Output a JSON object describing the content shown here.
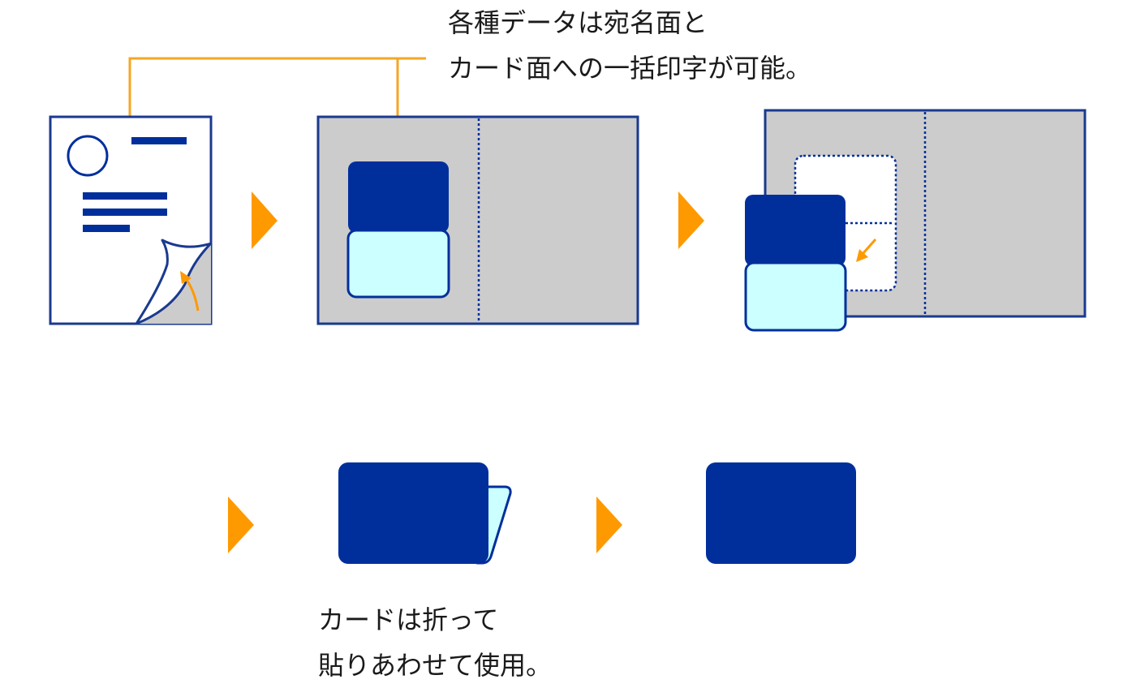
{
  "captions": {
    "top": [
      "各種データは宛名面と",
      "カード面への一括印字が可能。"
    ],
    "bottom": [
      "カードは折って",
      "貼りあわせて使用。"
    ]
  },
  "colors": {
    "navy": "#002f9c",
    "light_cyan": "#ccffff",
    "gray": "#cccccc",
    "orange": "#ff9900",
    "leader_line": "#f5a623",
    "outline": "#1a3a8f"
  },
  "icons": [
    "document-icon",
    "arrow-right-icon",
    "card-sheet-icon",
    "fold-arrow-icon",
    "folded-card-icon",
    "finished-card-icon"
  ]
}
